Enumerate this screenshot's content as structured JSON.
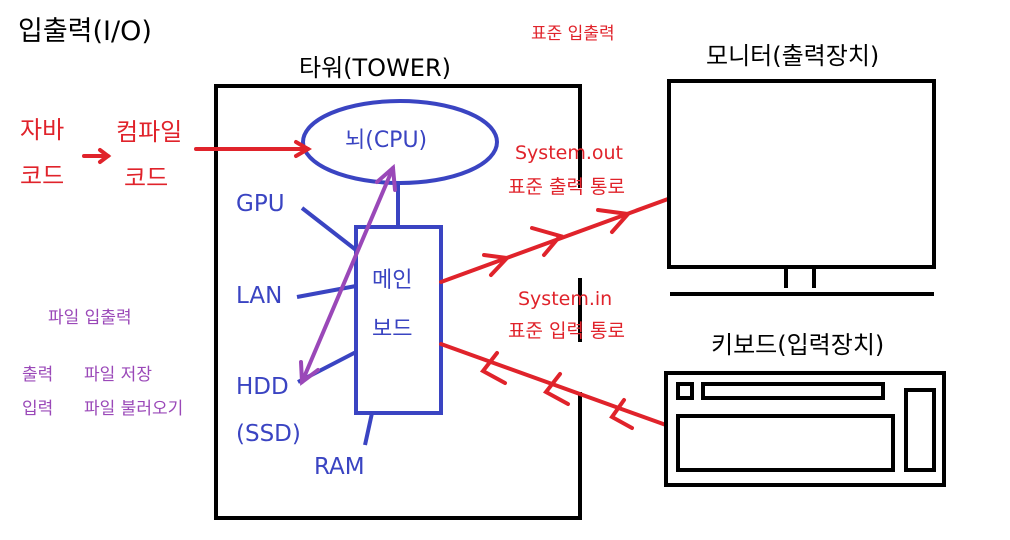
{
  "page_title": "입출력(I/O)",
  "standard_io_label": "표준 입출력",
  "tower": {
    "title": "타워(TOWER)",
    "cpu": "뇌(CPU)",
    "mainboard_line1": "메인",
    "mainboard_line2": "보드"
  },
  "components": {
    "gpu": "GPU",
    "lan": "LAN",
    "hdd": "HDD",
    "ssd": "(SSD)",
    "ram": "RAM"
  },
  "compile": {
    "java_line1": "자바",
    "java_line2": "코드",
    "compiled_line1": "컴파일",
    "compiled_line2": "코드"
  },
  "file_io": {
    "title": "파일 입출력",
    "output_label": "출력",
    "output_desc": "파일 저장",
    "input_label": "입력",
    "input_desc": "파일 불러오기"
  },
  "stdout": {
    "code": "System.out",
    "desc": "표준 출력 통로"
  },
  "stdin": {
    "code": "System.in",
    "desc": "표준 입력 통로"
  },
  "monitor": {
    "title": "모니터(출력장치)"
  },
  "keyboard": {
    "title": "키보드(입력장치)"
  },
  "colors": {
    "black": "#000000",
    "red": "#e0232b",
    "blue": "#3a44c2",
    "purple": "#9a48b8"
  }
}
